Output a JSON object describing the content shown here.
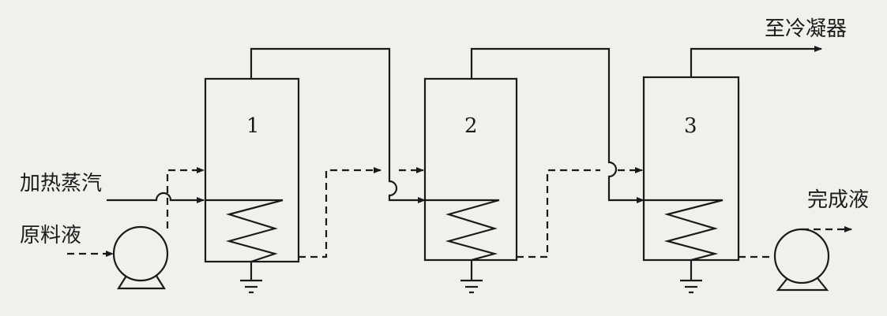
{
  "labels": {
    "to_condenser": "至冷凝器",
    "heating_steam": "加热蒸汽",
    "feed_liquid": "原料液",
    "product_liquid": "完成液"
  },
  "evaporators": [
    {
      "number": "1"
    },
    {
      "number": "2"
    },
    {
      "number": "3"
    }
  ],
  "colors": {
    "line": "#1a1a1a",
    "background": "#f2f0ec"
  }
}
